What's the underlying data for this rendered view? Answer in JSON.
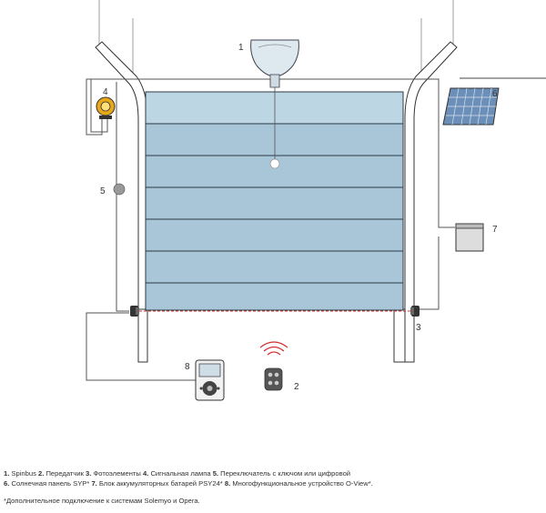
{
  "callouts": {
    "n1": "1",
    "n2": "2",
    "n3": "3",
    "n4": "4",
    "n5": "5",
    "n6": "6",
    "n7": "7",
    "n8": "8"
  },
  "caption": {
    "line1": [
      {
        "num": "1.",
        "text": " Spinbus "
      },
      {
        "num": "2.",
        "text": " Передатчик "
      },
      {
        "num": "3.",
        "text": " Фотоэлементы "
      },
      {
        "num": "4.",
        "text": " Сигнальная лампа "
      },
      {
        "num": "5.",
        "text": " Переключатель с ключом или цифровой"
      }
    ],
    "line2": [
      {
        "num": "6.",
        "text": " Солнечная панель SYP* "
      },
      {
        "num": "7.",
        "text": " Блок аккумуляторных батарей PSY24* "
      },
      {
        "num": "8.",
        "text": " Многофункциональное устройство O-View*."
      }
    ],
    "footnote": "*Дополнительное подключение к системам Solemyo и Opera."
  },
  "colors": {
    "door_fill": "#a8c6d8",
    "door_top_fill": "#bdd6e4",
    "panel_line": "#2d3a44",
    "wire": "#555555",
    "lamp": "#e8a818",
    "beam": "#d03030",
    "solar": "#6b8fb8"
  },
  "icons": [
    "spinbus-motor-icon",
    "transmitter-icon",
    "photocell-icon",
    "signal-lamp-icon",
    "key-switch-icon",
    "solar-panel-icon",
    "battery-box-icon",
    "control-unit-icon"
  ]
}
